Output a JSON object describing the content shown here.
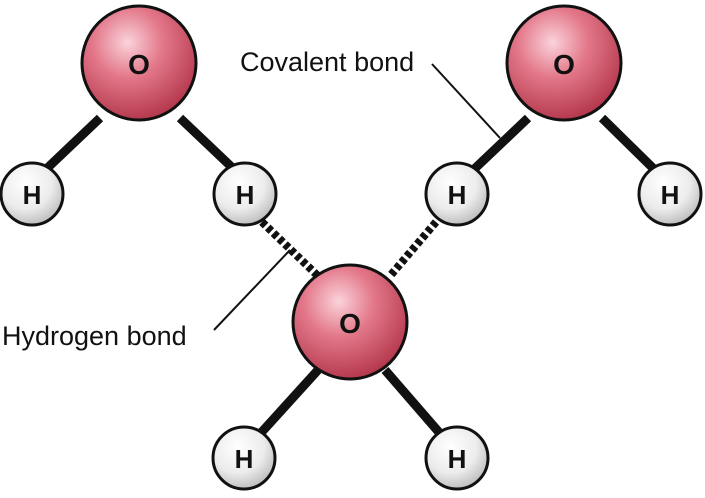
{
  "labels": {
    "covalent": "Covalent bond",
    "hydrogen": "Hydrogen bond"
  },
  "atoms": {
    "oxygen": "O",
    "hydrogen": "H"
  },
  "colors": {
    "oxygen": "#d9566b",
    "hydrogen": "#e6e6e6",
    "bond": "#111111"
  }
}
